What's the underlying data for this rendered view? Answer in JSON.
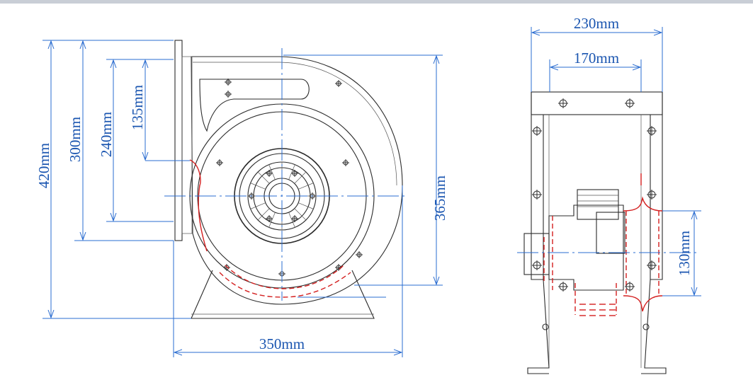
{
  "front_view": {
    "dims": {
      "height_total": "420mm",
      "height_300": "300mm",
      "height_240": "240mm",
      "height_135": "135mm",
      "height_365": "365mm",
      "width_350": "350mm"
    }
  },
  "side_view": {
    "dims": {
      "width_230": "230mm",
      "width_170": "170mm",
      "height_130": "130mm"
    }
  },
  "colors": {
    "dimension": "#1a55b0",
    "outline": "#2b2b2b",
    "cutout": "#d42020",
    "background_bar": "#c9ced6"
  }
}
